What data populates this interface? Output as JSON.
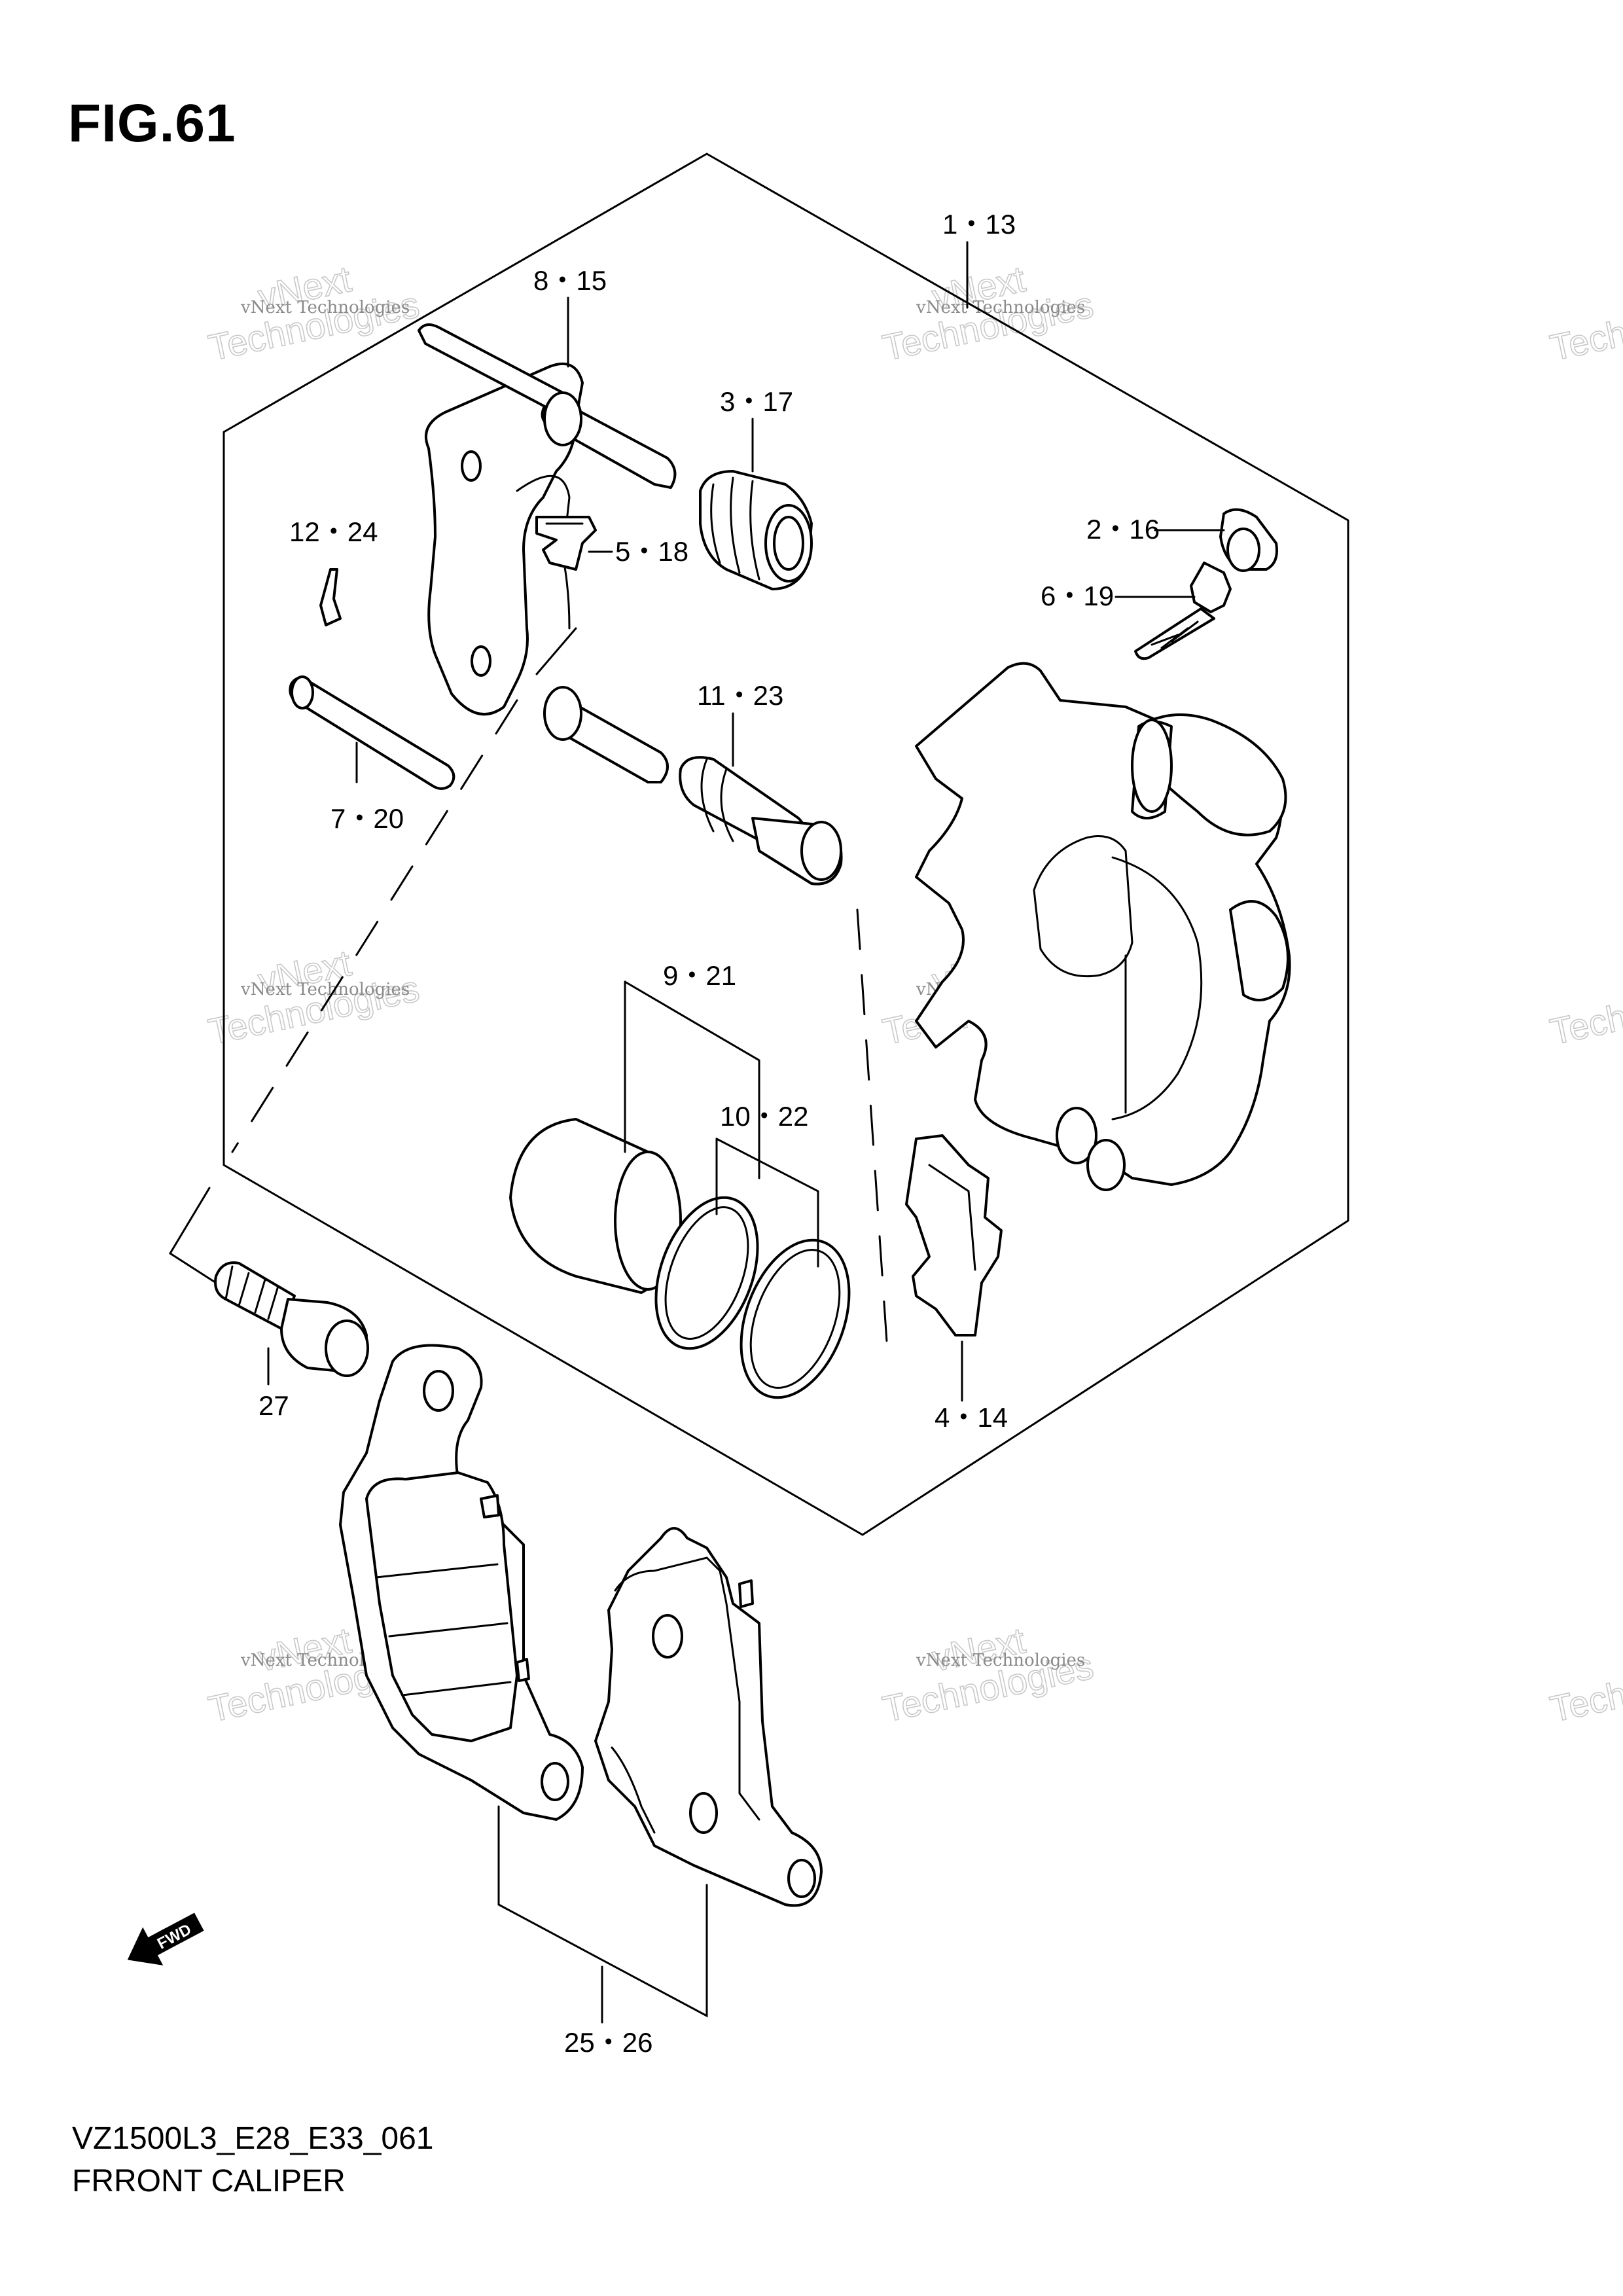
{
  "figure": {
    "title": "FIG.61"
  },
  "parts": {
    "p1_13": "1・13",
    "p8_15": "8・15",
    "p3_17": "3・17",
    "p5_18": "5・18",
    "p2_16": "2・16",
    "p6_19": "6・19",
    "p12_24": "12・24",
    "p7_20": "7・20",
    "p11_23": "11・23",
    "p9_21": "9・21",
    "p10_22": "10・22",
    "p4_14": "4・14",
    "p27": "27",
    "p25_26": "25・26"
  },
  "watermark": {
    "line1": "vNext Technologies",
    "line2": "Technologies",
    "line3": "vNext"
  },
  "fwd_label": "FWD",
  "footer": {
    "code": "VZ1500L3_E28_E33_061",
    "name": "FRRONT CALIPER"
  }
}
